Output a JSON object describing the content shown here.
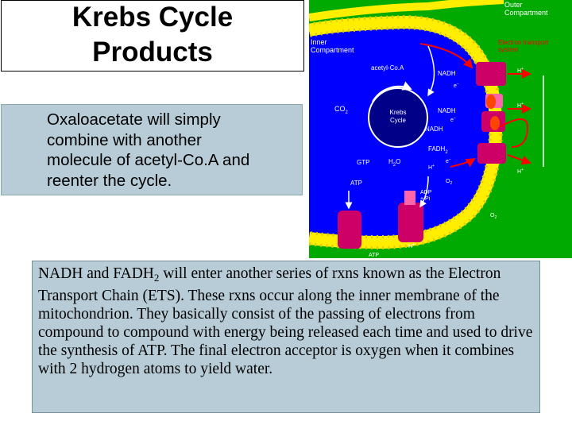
{
  "slide": {
    "title_line1": "Krebs Cycle",
    "title_line2": "Products",
    "oxalo_text": "Oxaloacetate will simply\ncombine with another\nmolecule of acetyl-Co.A and\nreenter the cycle.",
    "ets_text_before_sub": "NADH and FADH",
    "ets_subscript": "2",
    "ets_text_after_sub": " will enter another series of rxns known as the Electron Transport Chain (ETS).  These rxns occur along the inner membrane of the mitochondrion. They basically consist of the passing of electrons from compound to compound with energy being released each time and used to drive the synthesis of ATP.  The final electron acceptor is oxygen when it combines with 2 hydrogen atoms to yield water."
  },
  "diagram": {
    "outer_compartment": "Outer\nCompartment",
    "inner_compartment": "Inner\nCompartment",
    "electron_transport": "Electron transport\nsystem",
    "acetyl_coa": "acetyl-Co.A",
    "co2": "CO",
    "co2_sub": "2",
    "krebs_cycle": "Krebs\nCycle",
    "nadh": "NADH",
    "fadh2": "FADH",
    "fadh2_sub": "2",
    "gtp": "GTP",
    "h2o": "H",
    "h2o_sub": "2",
    "h2o_end": "O",
    "atp": "ATP",
    "adp_pi": "ADP\n+ P",
    "electron": "e",
    "h_plus": "H",
    "o2": "O",
    "o2_sub": "2",
    "colors": {
      "background": "#00aa00",
      "membrane_yellow": "#ffee00",
      "membrane_head": "#ddcc00",
      "inner_blue": "#0000ff",
      "krebs_dark": "#000088",
      "protein_magenta": "#cc0066",
      "protein_pink": "#ff66aa",
      "arrow_red": "#ff0000",
      "label_red": "#ff0000"
    }
  }
}
